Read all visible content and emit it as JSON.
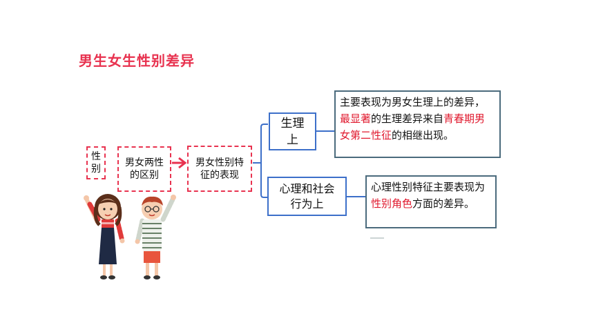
{
  "slide": {
    "title": "男生女生性别差异",
    "box_gender": "性别",
    "box_difference": "男女两性的区别",
    "box_features": "男女性别特征的表现",
    "box_physiology": "生理上",
    "box_psychology": "心理和社会行为上",
    "note_physiology": {
      "part1": "主要表现为男女生理上的差异，",
      "highlight1": "最显著",
      "part2": "的生理差异来自",
      "highlight2": "青春期男女第二性征",
      "part3": "的相继出现。"
    },
    "note_psychology": {
      "part1": "心理性别特征主要表现为",
      "highlight1": "性别角色",
      "part2": "方面的差异。"
    },
    "colors": {
      "accent_red": "#e8324f",
      "box_blue": "#3c6fc9",
      "note_border": "#4a6a7c"
    },
    "illustration": "girl-and-boy-pointing-up"
  }
}
